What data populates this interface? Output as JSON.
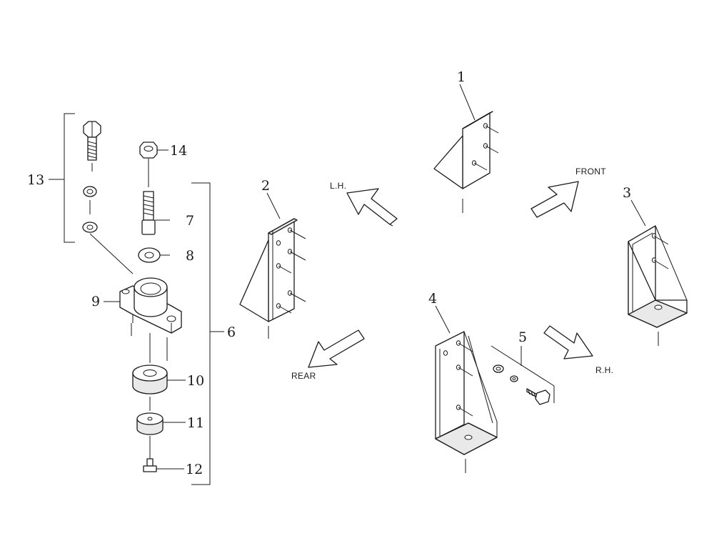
{
  "callouts": {
    "c1": "1",
    "c2": "2",
    "c3": "3",
    "c4": "4",
    "c5": "5",
    "c6": "6",
    "c7": "7",
    "c8": "8",
    "c9": "9",
    "c10": "10",
    "c11": "11",
    "c12": "12",
    "c13": "13",
    "c14": "14"
  },
  "directions": {
    "lh": "L.H.",
    "front": "FRONT",
    "rear": "REAR",
    "rh": "R.H."
  }
}
